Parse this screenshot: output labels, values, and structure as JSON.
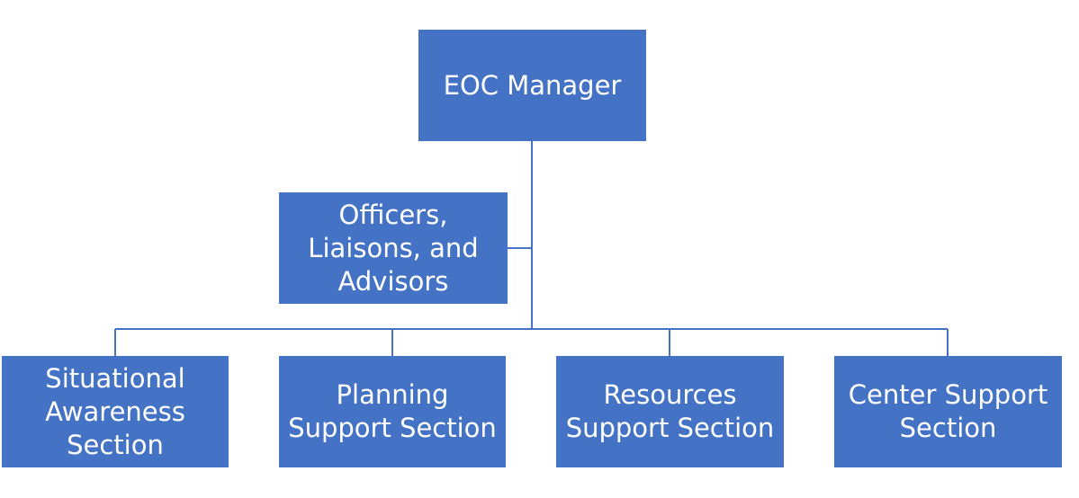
{
  "diagram": {
    "type": "org-chart",
    "colors": {
      "box_fill": "#4472C4",
      "box_text": "#ffffff",
      "connector": "#4472C4"
    },
    "root": {
      "label": "EOC Manager"
    },
    "staff": {
      "label": "Officers,\nLiaisons, and\nAdvisors"
    },
    "sections": [
      {
        "label": "Situational\nAwareness\nSection"
      },
      {
        "label": "Planning\nSupport Section"
      },
      {
        "label": "Resources\nSupport Section"
      },
      {
        "label": "Center Support\nSection"
      }
    ]
  }
}
